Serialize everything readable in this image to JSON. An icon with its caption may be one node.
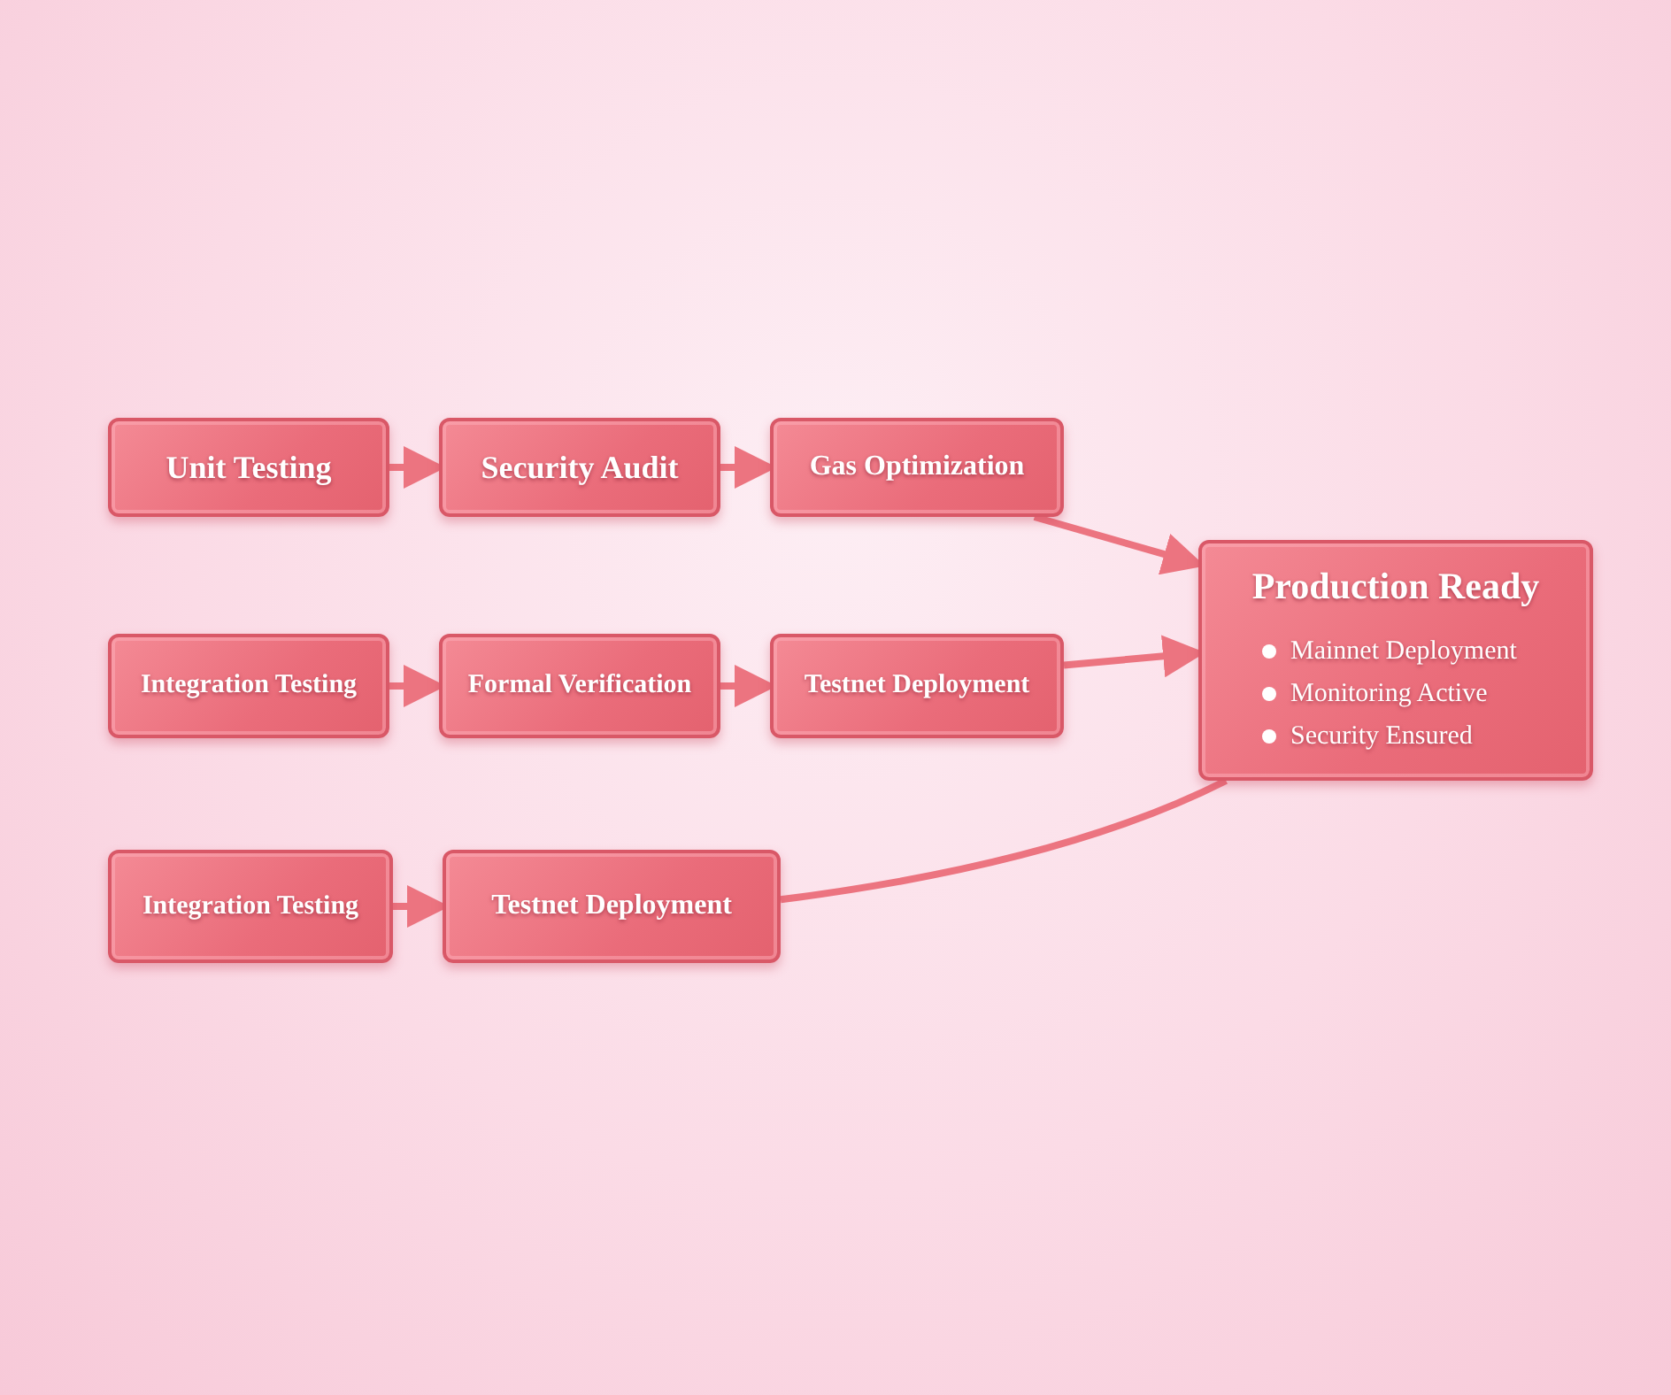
{
  "diagram": {
    "nodes": [
      {
        "text": [
          "Unit Testing"
        ]
      },
      {
        "text": [
          "Security Audit"
        ]
      },
      {
        "text": [
          "Gas Optimization"
        ]
      },
      {
        "text": [
          "Integration Testing"
        ]
      },
      {
        "text": [
          "Formal Verification"
        ]
      },
      {
        "text": [
          "Testnet Deployment"
        ]
      },
      {
        "text": [
          "Integration Testing"
        ]
      },
      {
        "text": [
          "Testnet Deployment"
        ]
      },
      {
        "text": [
          "Production Ready",
          "Mainnet Deployment",
          "Monitoring Active",
          "Security Ensured"
        ]
      }
    ],
    "edges": [
      {
        "from": 0,
        "to": 1,
        "arrow": "to"
      },
      {
        "from": 1,
        "to": 2,
        "arrow": "to"
      },
      {
        "from": 2,
        "to": 8,
        "arrow": "to"
      },
      {
        "from": 3,
        "to": 4,
        "arrow": "to"
      },
      {
        "from": 4,
        "to": 5,
        "arrow": "to"
      },
      {
        "from": 5,
        "to": 8,
        "arrow": "to"
      },
      {
        "from": 6,
        "to": 7,
        "arrow": "to"
      },
      {
        "from": 7,
        "to": 8,
        "arrow": "none"
      }
    ]
  }
}
